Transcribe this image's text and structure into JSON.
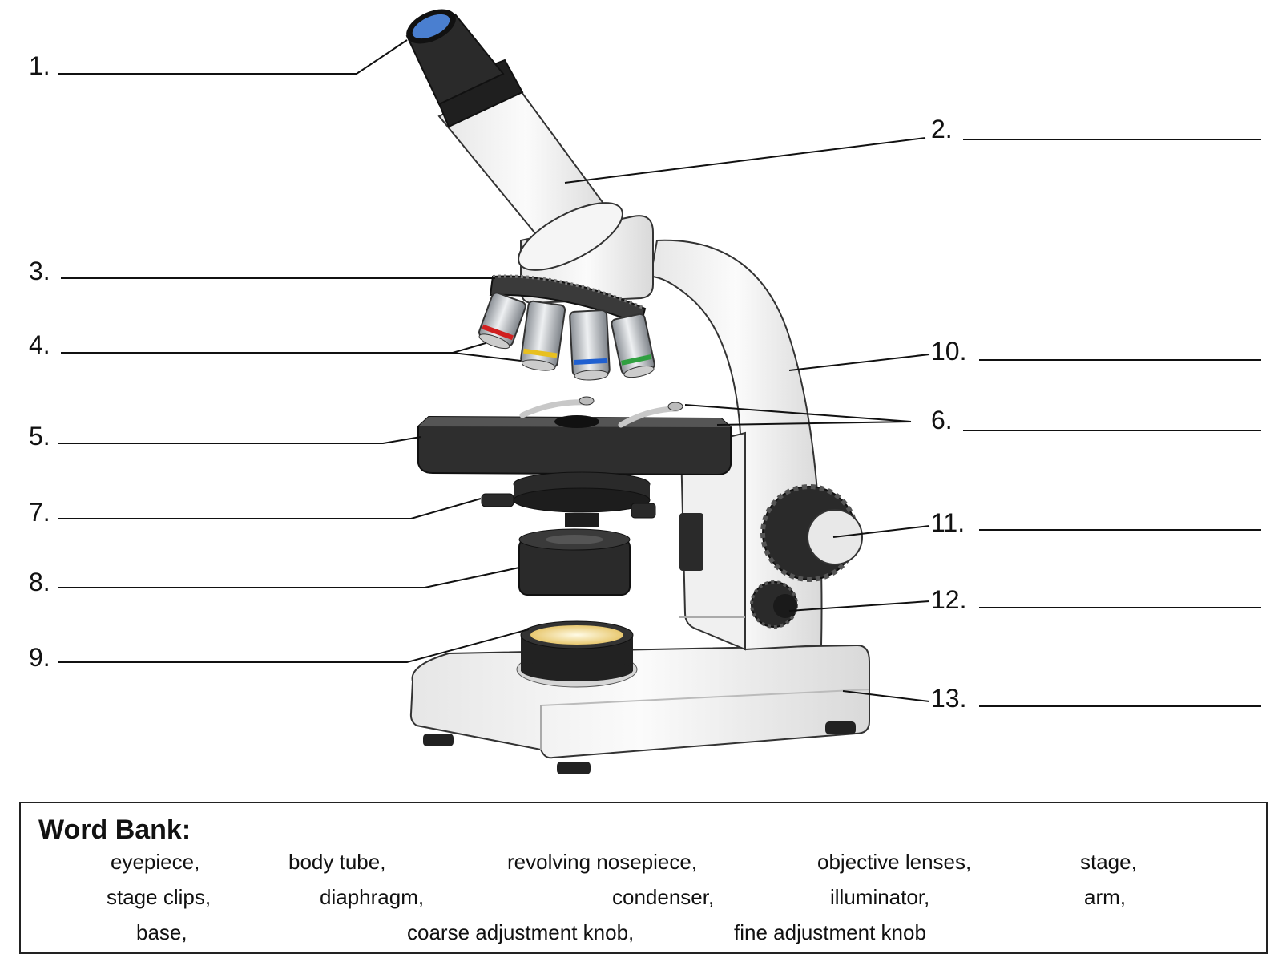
{
  "labels": [
    "1.",
    "2.",
    "3.",
    "4.",
    "5.",
    "6.",
    "7.",
    "8.",
    "9.",
    "10.",
    "11.",
    "12.",
    "13."
  ],
  "word_bank": {
    "title": "Word Bank:",
    "terms": [
      "eyepiece,",
      "body tube,",
      "revolving nosepiece,",
      "objective lenses,",
      "stage,",
      "stage clips,",
      "diaphragm,",
      "condenser,",
      "illuminator,",
      "arm,",
      "base,",
      "coarse adjustment knob,",
      "fine adjustment knob"
    ]
  },
  "colors": {
    "objective_bands": [
      "#d02020",
      "#e8c020",
      "#2060d0",
      "#30a040"
    ],
    "eyepiece_lens": "#4a7fd0",
    "illuminator_glow": "#f6e6a0"
  }
}
